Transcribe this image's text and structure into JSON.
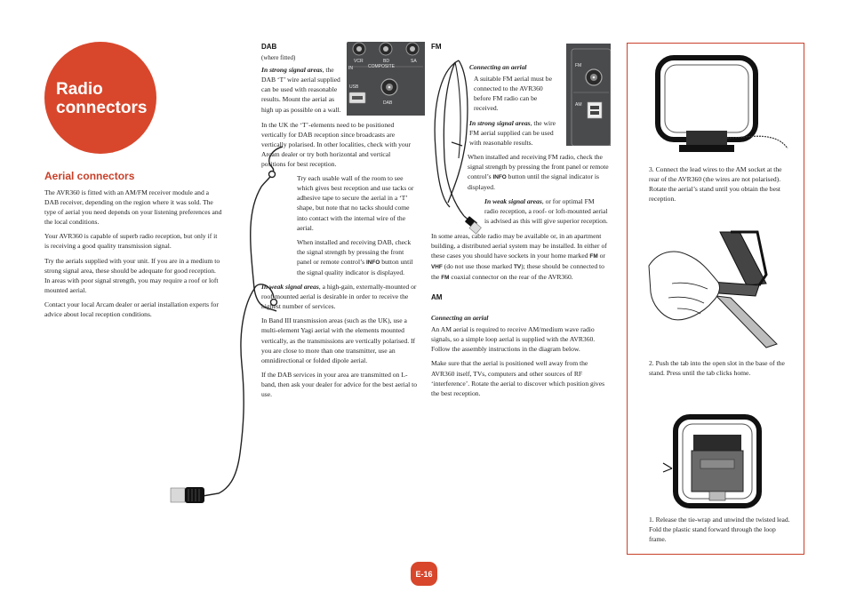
{
  "title": "Radio connectors",
  "title_lines": [
    "Radio",
    "connectors"
  ],
  "section_title": "Aerial connectors",
  "intro_paragraphs": [
    "The AVR360 is fitted with an AM/FM receiver module and a DAB receiver, depending on the region where it was sold. The type of aerial you need depends on your listening preferences and the local conditions.",
    "Your AVR360 is capable of superb radio reception, but only if it is receiving a good quality transmission signal.",
    "Try the aerials supplied with your unit. If you are in a medium to strong signal area, these should be adequate for good reception. In areas with poor signal strength, you may require a roof or loft mounted aerial.",
    "Contact your local Arcam dealer or aerial installation experts for advice about local reception conditions."
  ],
  "dab": {
    "heading": "DAB",
    "where_fitted": "(where fitted)",
    "strong_label": "In strong signal areas",
    "strong_text": ", the DAB ‘T’ wire aerial supplied can be used with reasonable results. Mount the aerial as high up as possible on a wall.",
    "uk_text": "In the UK the ‘T’-elements need to be positioned vertically for DAB reception since broadcasts are vertically polarised. In other localities, check with your Arcam dealer or try both horizontal and vertical positions for best reception.",
    "try_text": "Try each usable wall of the room to see which gives best reception and use tacks or adhesive tape to secure the aerial in a ‘T’ shape, but note that no tacks should come into contact with the internal wire of the aerial.",
    "installed_text_a": "When installed and receiving DAB, check the signal strength by pressing the front panel or remote control’s",
    "info_key": "INFO",
    "installed_text_b": "button until the signal quality indicator is displayed.",
    "weak_label": "In weak signal areas",
    "weak_text": ", a high-gain, externally-mounted or roof-mounted aerial is desirable in order to receive the highest number of services.",
    "band3_text": "In Band III transmission areas (such as the UK), use a multi-element Yagi aerial with the elements mounted vertically, as the transmissions are vertically polarised. If you are close to more than one transmitter, use an omnidirectional or folded dipole aerial.",
    "lband_text": "If the DAB services in your area are transmitted on L-band, then ask your dealer for advice for the best aerial to use.",
    "panel_labels": {
      "vcr": "VCR",
      "bd": "BD",
      "composite": "COMPOSITE",
      "sat": "SA",
      "usb": "USB",
      "dab": "DAB",
      "in": "IN"
    }
  },
  "fm": {
    "heading": "FM",
    "connecting_label": "Connecting an aerial",
    "connecting_text": "A suitable FM aerial must be connected to the AVR360 before FM radio can be received.",
    "strong_label": "In strong signal areas",
    "strong_text": ", the wire FM aerial supplied can be used with reasonable results.",
    "installed_text_a": "When installed and receiving FM radio, check the signal strength by pressing the front panel or remote control’s",
    "info_key": "INFO",
    "installed_text_b": "button until the signal indicator is displayed.",
    "weak_label": "In weak signal areas",
    "weak_text": ", or for optimal FM radio reception, a roof- or loft-mounted aerial is advised as this will give superior reception.",
    "cable_text_a": "In some areas, cable radio may be available or, in an apartment building, a distributed aerial system may be installed. In either of these cases you should have sockets in your home marked",
    "fm_key": "FM",
    "or_text": "or",
    "vhf_key": "VHF",
    "cable_text_b": "(do not use those marked",
    "tv_key": "TV",
    "cable_text_c": "); these should be connected to the",
    "fm_key2": "FM",
    "cable_text_d": "coaxial connector on the rear of the AVR360.",
    "panel_labels": {
      "fm": "FM",
      "am": "AM"
    }
  },
  "am": {
    "heading": "AM",
    "connecting_label": "Connecting an aerial",
    "para1": "An AM aerial is required to receive AM/medium wave radio signals, so a simple loop aerial is supplied with the AVR360. Follow the assembly instructions in the diagram below.",
    "para2": "Make sure that the aerial is positioned well away from the AVR360 itself, TVs, computers and other sources of RF ‘interference’. Rotate the aerial to discover which position gives the best reception.",
    "steps": [
      {
        "num": "3.",
        "text": "Connect the lead wires to the AM socket at the rear of the AVR360 (the wires are not polarised). Rotate the aerial’s stand until you obtain the best reception."
      },
      {
        "num": "2.",
        "text": "Push the tab into the open slot in the base of the stand. Press until the tab clicks home."
      },
      {
        "num": "1.",
        "text": "Release the tie-wrap and unwind the twisted lead. Fold the plastic stand forward through the loop frame."
      }
    ]
  },
  "page_number": "E-16",
  "colors": {
    "accent": "#d8472c",
    "heading_red": "#c8402a",
    "panel": "#4a4b4d"
  }
}
